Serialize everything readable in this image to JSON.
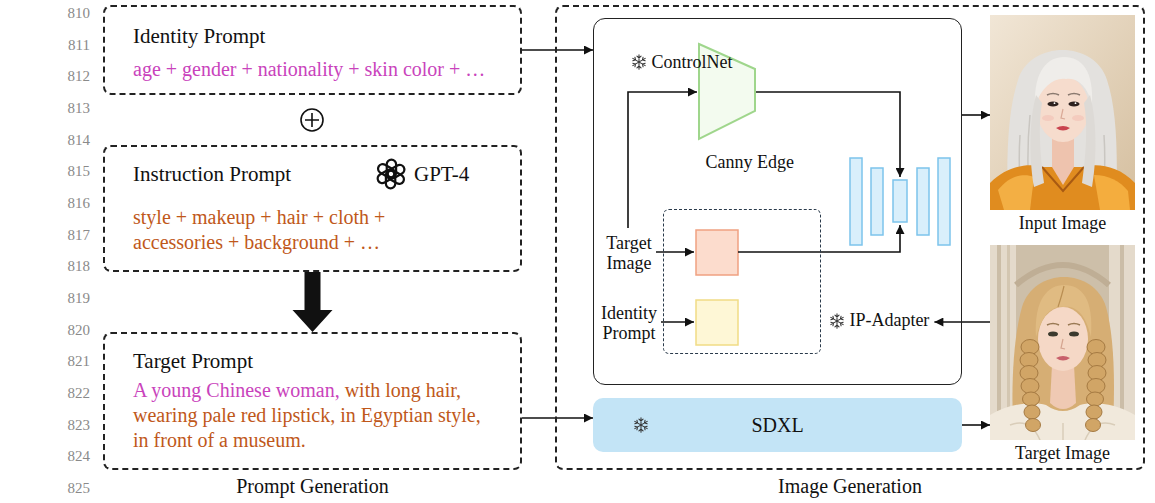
{
  "diagram": {
    "nodes": [
      {
        "text": [
          "Identity Prompt",
          "age + gender + nationality + skin color + …"
        ]
      },
      {
        "text": [
          "Instruction Prompt",
          "GPT-4",
          "style + makeup + hair + cloth + accessories + background + …"
        ]
      },
      {
        "text": [
          "Target Prompt",
          "A young Chinese woman,",
          "with long hair, wearing pale red lipstick, in Egyptian style, in front of a museum."
        ]
      },
      {
        "text": [
          "Image Generation"
        ]
      },
      {
        "text": [
          "Target Image",
          "Identity Prompt"
        ],
        "in": 3
      },
      {
        "text": [
          "ControlNet",
          "Canny Edge"
        ],
        "in": 4
      },
      {
        "text": [
          "IP-Adapter"
        ],
        "in": 4
      },
      {
        "text": [
          "SDXL"
        ],
        "in": 3
      },
      {
        "text": [
          "Input Image"
        ],
        "in": 3
      },
      {
        "text": [
          "Target Image"
        ],
        "in": 3
      }
    ],
    "edges": [
      {
        "from": 0,
        "to": 4,
        "arrow": "to"
      },
      {
        "from": 1,
        "to": 2,
        "arrow": "to"
      },
      {
        "from": 2,
        "to": 7,
        "arrow": "to"
      },
      {
        "from": 4,
        "to": 8,
        "arrow": "to"
      },
      {
        "from": 7,
        "to": 9,
        "arrow": "to"
      },
      {
        "from": 9,
        "to": 6,
        "arrow": "to"
      }
    ],
    "labels": [
      "810",
      "811",
      "812",
      "813",
      "814",
      "815",
      "816",
      "817",
      "818",
      "819",
      "820",
      "821",
      "822",
      "823",
      "824",
      "825",
      "Prompt Generation"
    ]
  }
}
